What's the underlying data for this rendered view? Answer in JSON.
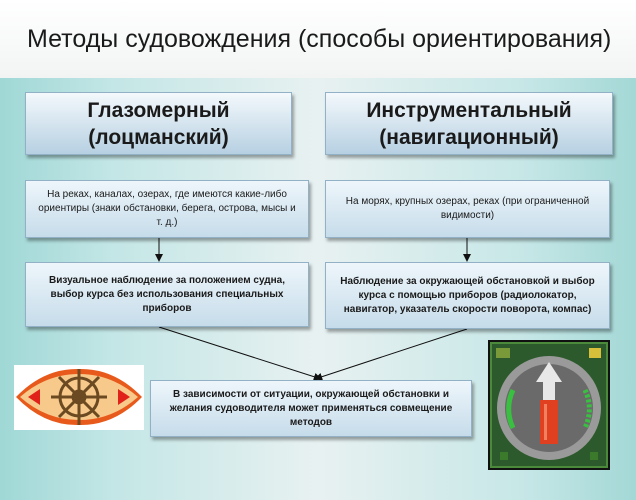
{
  "title": "Методы судовождения (способы ориентирования)",
  "left_method": {
    "name_line1": "Глазомерный",
    "name_line2": "(лоцманский)",
    "conditions": "На реках, каналах, озерах, где имеются какие-либо ориентиры (знаки обстановки, берега, острова, мысы и т. д.)",
    "action": "Визуальное наблюдение за положением судна, выбор курса без использования специальных приборов"
  },
  "right_method": {
    "name_line1": "Инструментальный",
    "name_line2": "(навигационный)",
    "conditions": "На морях, крупных озерах, реках (при ограниченной видимости)",
    "action": "Наблюдение за окружающей обстановкой и выбор курса с помощью приборов (радиолокатор, навигатор, указатель скорости поворота, компас)"
  },
  "conclusion": "В зависимости от ситуации, окружающей обстановки и желания судоводителя может применяться совмещение методов",
  "icons": {
    "left": "ship-wheel-icon",
    "right": "compass-gauge-icon"
  },
  "colors": {
    "panel": "#bfe3e3",
    "box_top": "#eef6fb",
    "box_bottom": "#c6dcea",
    "wheel_bg": "#e85a1c"
  }
}
